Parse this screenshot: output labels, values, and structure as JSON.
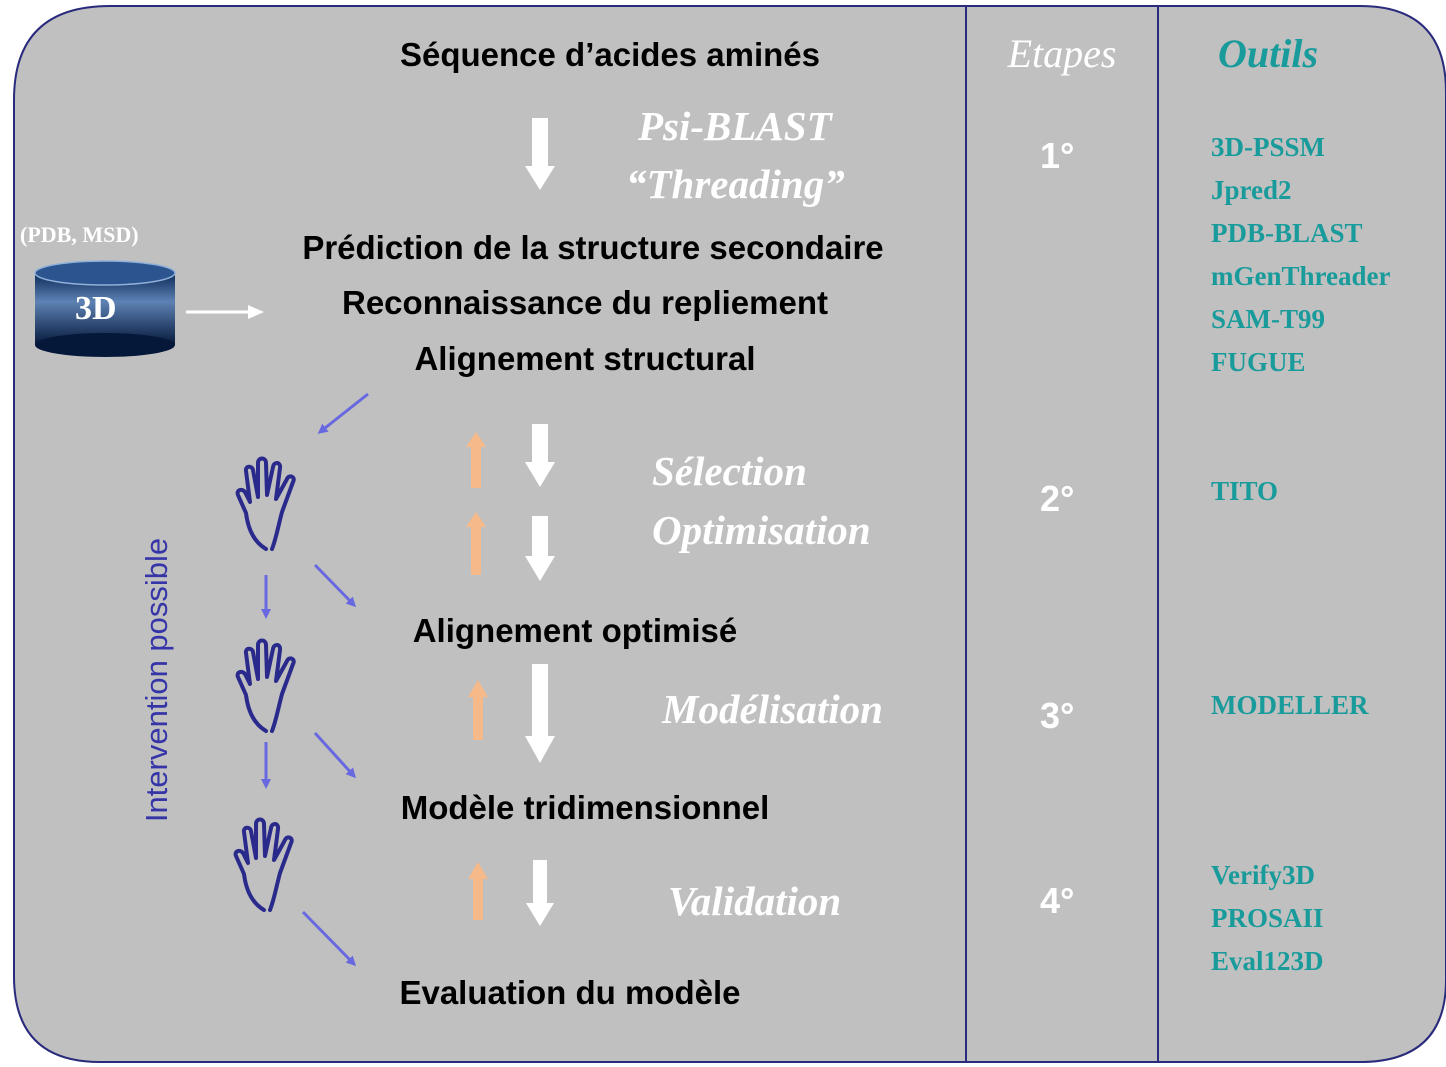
{
  "database": {
    "label": "(PDB, MSD)",
    "cylinder_label": "3D"
  },
  "steps": {
    "sequence": "Séquence d’acides aminés",
    "prediction": "Prédiction de la structure secondaire",
    "recognition": "Reconnaissance du repliement",
    "alignment": "Alignement structural",
    "optimized": "Alignement optimisé",
    "model": "Modèle tridimensionnel",
    "evaluation": "Evaluation du modèle"
  },
  "methods": {
    "psiblast": "Psi-BLAST",
    "threading": "“Threading”",
    "selection": "Sélection",
    "optimisation": "Optimisation",
    "modelisation": "Modélisation",
    "validation": "Validation"
  },
  "intervention": "Intervention possible",
  "etapes": {
    "header": "Etapes",
    "s1": "1°",
    "s2": "2°",
    "s3": "3°",
    "s4": "4°"
  },
  "outils": {
    "header": "Outils",
    "group1": [
      "3D-PSSM",
      "Jpred2",
      "PDB-BLAST",
      "mGenThreader",
      "SAM-T99",
      "FUGUE"
    ],
    "group2": [
      "TITO"
    ],
    "group3": [
      "MODELLER"
    ],
    "group4": [
      "Verify3D",
      "PROSAII",
      "Eval123D"
    ]
  },
  "colors": {
    "panel": "#c0c0c0",
    "border": "#2a2a7c",
    "tools": "#1a9b9b",
    "up_arrows": "#f6b98a",
    "intervention": "#6868e0"
  }
}
